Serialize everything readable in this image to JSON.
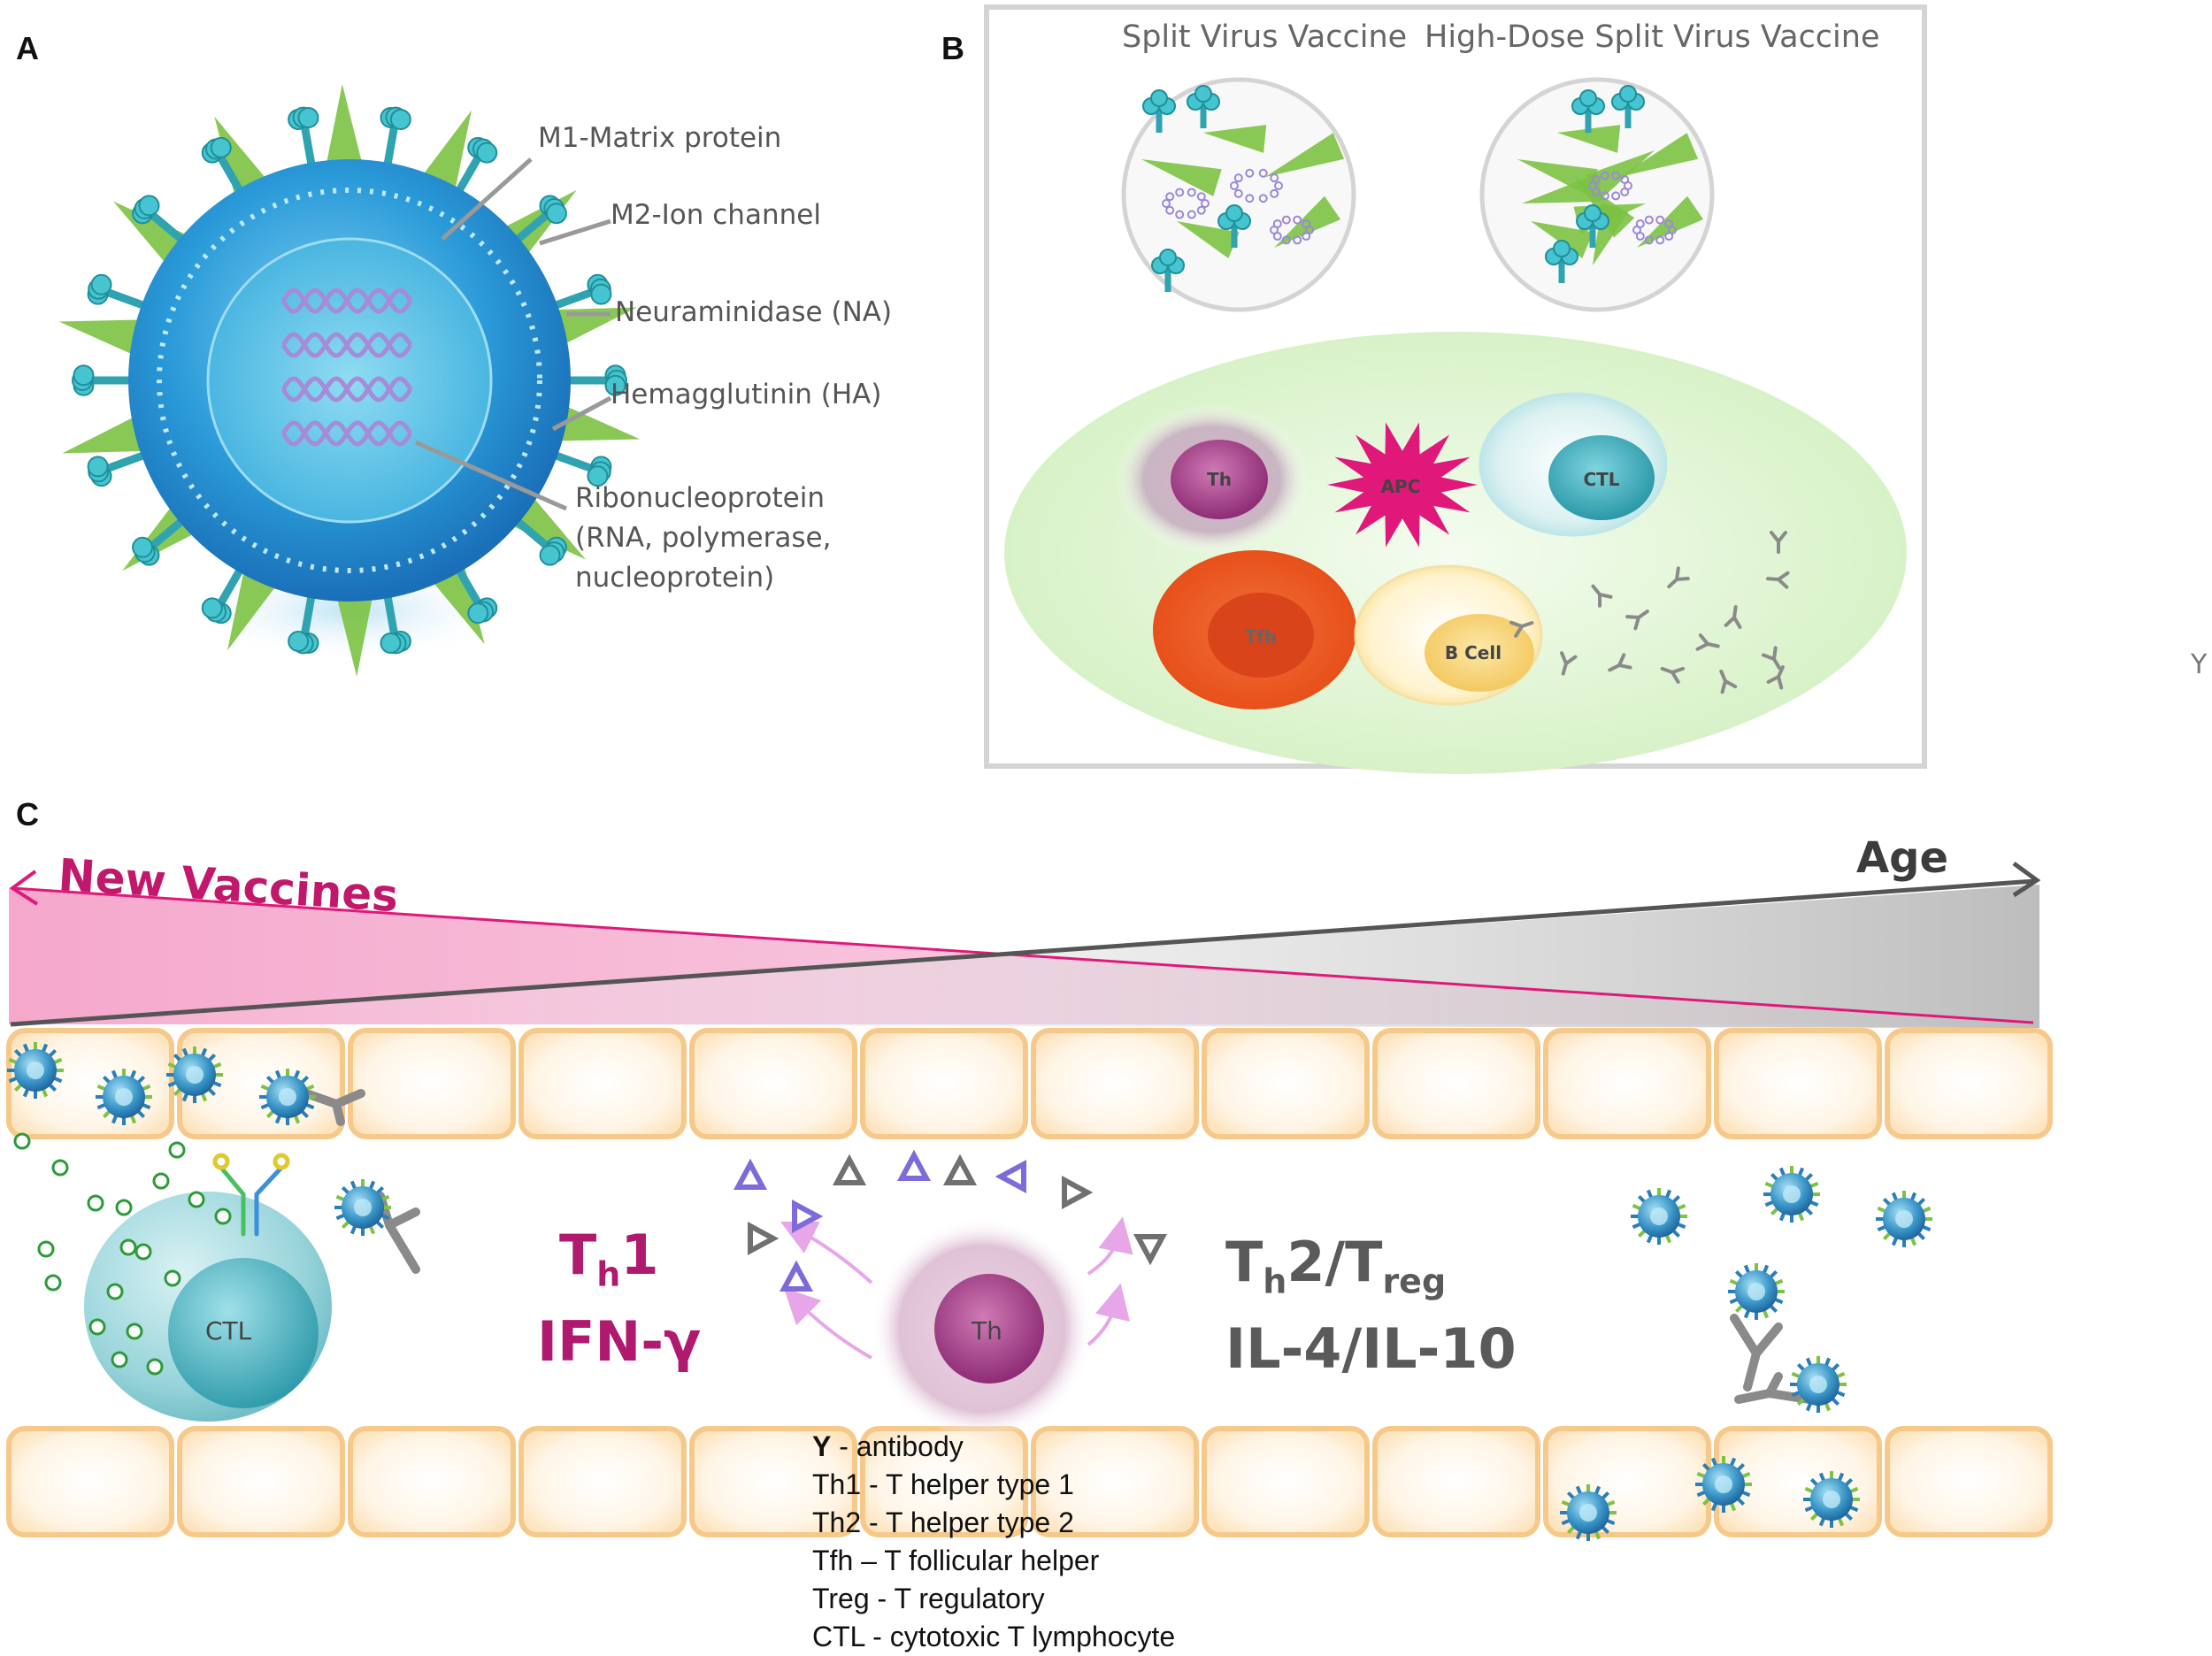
{
  "panel_labels": {
    "a": "A",
    "b": "B",
    "c": "C"
  },
  "panel_a": {
    "labels": [
      "M1-Matrix protein",
      "M2-Ion channel",
      "Neuraminidase (NA)",
      "Hemagglutinin (HA)",
      "Ribonucleoprotein",
      "(RNA, polymerase,",
      "nucleoprotein)"
    ]
  },
  "panel_b": {
    "vaccine_titles": [
      "Split Virus Vaccine",
      "High-Dose Split Virus Vaccine"
    ],
    "cells": {
      "th": "Th",
      "apc": "APC",
      "ctl": "CTL",
      "tfh": "Tfh",
      "bcell": "B Cell"
    },
    "stray_antibody": "Y"
  },
  "panel_c": {
    "new_vaccines": "New Vaccines",
    "age": "Age",
    "th1": {
      "t": "T",
      "sub": "h",
      "rest": "1"
    },
    "ifn": "IFN-γ",
    "th2": {
      "t": "T",
      "sub": "h",
      "mid": "2/T",
      "sub2": "reg"
    },
    "il": "IL-4/IL-10",
    "ctl": "CTL",
    "th": "Th",
    "legend": [
      {
        "key": "Y",
        "text": " - antibody"
      },
      {
        "key": "",
        "text": "Th1 - T helper type 1"
      },
      {
        "key": "",
        "text": "Th2 - T helper type 2"
      },
      {
        "key": "",
        "text": "Tfh – T follicular helper"
      },
      {
        "key": "",
        "text": "Treg - T regulatory"
      },
      {
        "key": "",
        "text": "CTL - cytotoxic T lymphocyte"
      }
    ]
  },
  "colors": {
    "virus_blue": "#1e90d2",
    "spike_green": "#7cc243",
    "teal": "#2fb4bf",
    "purple": "#9b88d8",
    "pink": "#e0187a",
    "magenta_text": "#b01a6e",
    "gray": "#888888",
    "oval_green": "#e6f7dc",
    "cell_beige": "#fde9cc",
    "cell_border": "#f6c98a",
    "tfh_orange": "#ee5a1f",
    "bcell_yellow": "#f6d67a"
  }
}
